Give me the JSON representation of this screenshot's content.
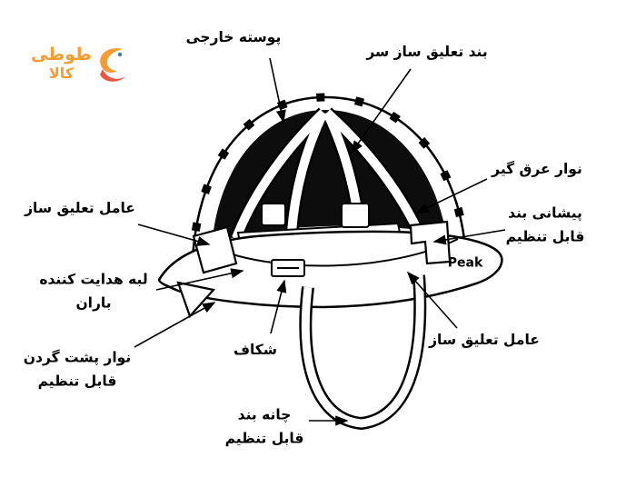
{
  "title": "safety-helmet-parts-diagram",
  "colors": {
    "ink": "#000000",
    "logo_orange": "#f6921e",
    "logo_red": "#e8432a",
    "logo_blue": "#2b6cb0"
  },
  "logo": {
    "line1": "طوطی",
    "line2": "کالا"
  },
  "labels": {
    "outer_shell": {
      "text": "پوسته خارجی"
    },
    "head_suspension": {
      "text": "بند تعلیق ساز سر"
    },
    "sweat_band": {
      "text": "نوار عرق گیر"
    },
    "forehead_band": {
      "line1": "پیشانی بند",
      "line2": "قابل تنظیم"
    },
    "peak": {
      "text": "Peak"
    },
    "suspension_left": {
      "text": "عامل تعلیق ساز"
    },
    "rain_edge": {
      "line1": "لبه هدایت کننده",
      "line2": "باران"
    },
    "neck_band": {
      "line1": "نوار پشت گردن",
      "line2": "قابل تنظیم"
    },
    "slot": {
      "text": "شکاف"
    },
    "suspension_right": {
      "text": "عامل تعلیق ساز"
    },
    "chin_strap": {
      "line1": "چانه بند",
      "line2": "قابل تنظیم"
    }
  }
}
